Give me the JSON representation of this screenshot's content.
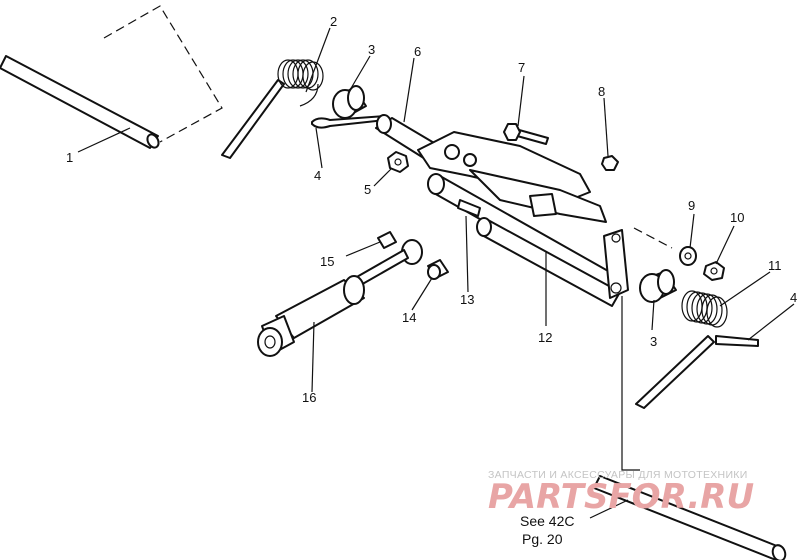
{
  "callouts": [
    "1",
    "2",
    "3",
    "4",
    "5",
    "6",
    "7",
    "8",
    "9",
    "10",
    "11",
    "12",
    "13",
    "14",
    "15",
    "16",
    "3",
    "4"
  ],
  "reference": {
    "line1": "See 42C",
    "line2": "Pg. 20"
  },
  "watermark": {
    "tagline": "ЗАПЧАСТИ И АКСЕССУАРЫ ДЛЯ МОТОТЕХНИКИ",
    "logo": "PARTSFOR.RU",
    "logo_color": "#e8a5a5"
  },
  "colors": {
    "ink": "#111111",
    "background": "#ffffff"
  }
}
